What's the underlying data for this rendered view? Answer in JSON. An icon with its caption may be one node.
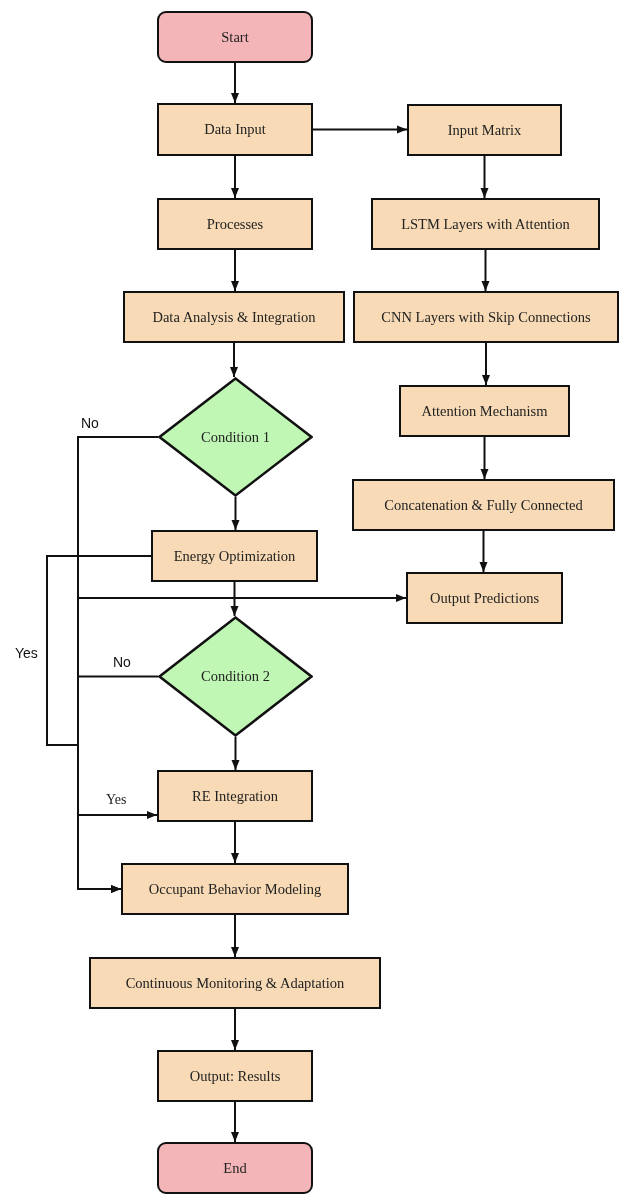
{
  "diagram": {
    "nodes": [
      {
        "text": [
          "Start"
        ]
      },
      {
        "text": [
          "Data Input"
        ]
      },
      {
        "text": [
          "Processes"
        ]
      },
      {
        "text": [
          "Data Analysis & Integration"
        ]
      },
      {
        "text": [
          "Condition 1"
        ]
      },
      {
        "text": [
          "Energy Optimization"
        ]
      },
      {
        "text": [
          "Condition 2"
        ]
      },
      {
        "text": [
          "RE Integration"
        ]
      },
      {
        "text": [
          "Occupant Behavior Modeling"
        ]
      },
      {
        "text": [
          "Continuous Monitoring & Adaptation"
        ]
      },
      {
        "text": [
          "Output: Results"
        ]
      },
      {
        "text": [
          "End"
        ]
      },
      {
        "text": [
          "Input Matrix"
        ]
      },
      {
        "text": [
          "LSTM Layers with Attention"
        ]
      },
      {
        "text": [
          "CNN Layers with Skip Connections"
        ]
      },
      {
        "text": [
          "Attention Mechanism"
        ]
      },
      {
        "text": [
          "Concatenation & Fully Connected"
        ]
      },
      {
        "text": [
          "Output Predictions"
        ]
      }
    ],
    "edges": [
      {
        "from": 0,
        "to": 1,
        "arrow": "to"
      },
      {
        "from": 1,
        "to": 2,
        "arrow": "to"
      },
      {
        "from": 2,
        "to": 3,
        "arrow": "to"
      },
      {
        "from": 3,
        "to": 4,
        "arrow": "to"
      },
      {
        "from": 4,
        "to": 5,
        "arrow": "to"
      },
      {
        "from": 5,
        "to": 6,
        "arrow": "to"
      },
      {
        "from": 6,
        "to": 7,
        "arrow": "to"
      },
      {
        "from": 7,
        "to": 8,
        "arrow": "to"
      },
      {
        "from": 8,
        "to": 9,
        "arrow": "to"
      },
      {
        "from": 9,
        "to": 10,
        "arrow": "to"
      },
      {
        "from": 10,
        "to": 11,
        "arrow": "to"
      },
      {
        "from": 1,
        "to": 12,
        "arrow": "to"
      },
      {
        "from": 12,
        "to": 13,
        "arrow": "to"
      },
      {
        "from": 13,
        "to": 14,
        "arrow": "to"
      },
      {
        "from": 14,
        "to": 15,
        "arrow": "to"
      },
      {
        "from": 15,
        "to": 16,
        "arrow": "to"
      },
      {
        "from": 16,
        "to": 17,
        "arrow": "to"
      },
      {
        "from": 4,
        "to": 8,
        "arrow": "to",
        "label": "No"
      },
      {
        "from": 4,
        "to": 17,
        "arrow": "to"
      },
      {
        "from": 6,
        "to": 8,
        "arrow": "to",
        "label": "No"
      },
      {
        "from": 5,
        "to": 7,
        "arrow": "to",
        "label": "Yes"
      }
    ],
    "labels": [
      "Yes"
    ]
  }
}
